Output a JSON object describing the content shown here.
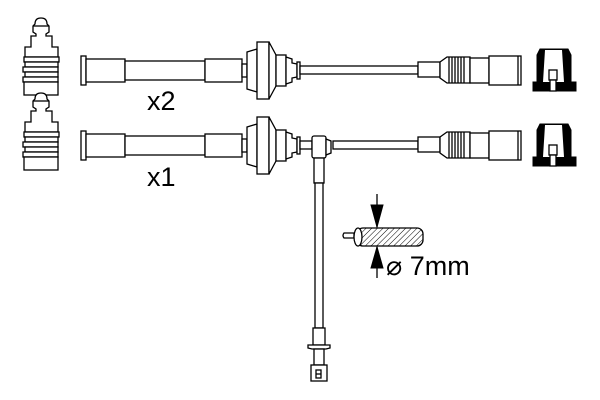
{
  "diagram": {
    "type": "ignition-cable-set-technical-drawing",
    "background": "#ffffff",
    "line_color": "#000000",
    "rows": [
      {
        "id": "cable-pair",
        "quantity_label": "x2",
        "components": [
          "spark-plug-boot",
          "cable-lead",
          "distributor-boot",
          "cable",
          "ribbed-plug-connector",
          "spark-plug-terminal"
        ]
      },
      {
        "id": "cable-with-branch",
        "quantity_label": "x1",
        "components": [
          "spark-plug-boot",
          "cable-lead",
          "distributor-boot",
          "t-junction",
          "cable",
          "ribbed-plug-connector",
          "spark-plug-terminal",
          "branch-cable",
          "suppressor-connector"
        ]
      }
    ],
    "dimension": {
      "symbol": "⌀",
      "value": "7mm",
      "label": "⌀ 7mm",
      "feature": "cable-cross-section-hatched"
    }
  }
}
